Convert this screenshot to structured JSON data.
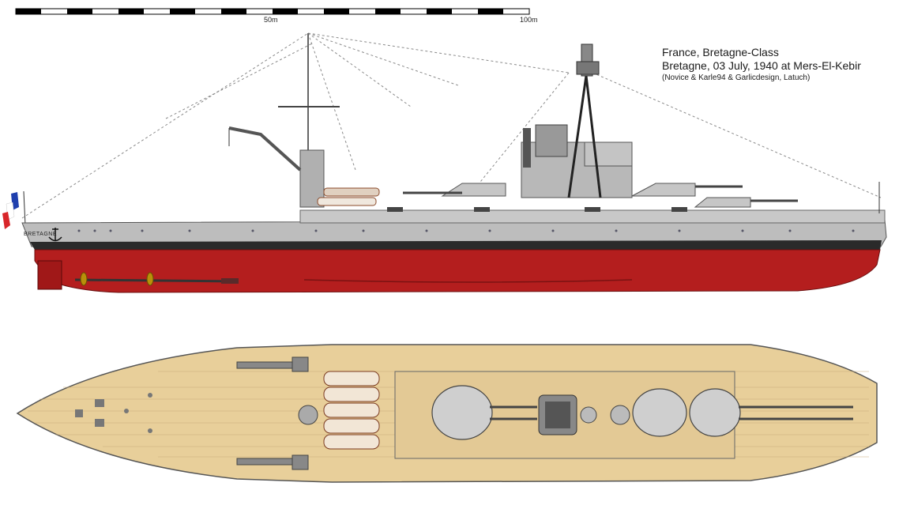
{
  "title": {
    "line1": "France, Bretagne-Class",
    "line2": "Bretagne, 03 July, 1940 at Mers-El-Kebir",
    "credits": "(Novice & Karle94 & Garlicdesign, Latuch)"
  },
  "scale_bar": {
    "labels": [
      "50m",
      "100m"
    ]
  },
  "ship_name_on_hull": "BRETAGNE",
  "colors": {
    "hull_below_waterline": "#b41e1e",
    "hull_grey": "#bdbdbd",
    "deck_wood": "#e8cf9a",
    "boot_top": "#2a2a2a",
    "flag_blue": "#1f3fae",
    "flag_red": "#d8262a"
  },
  "icons": [
    "tricolour-flag-icon",
    "anchor-icon",
    "propeller-icon"
  ]
}
